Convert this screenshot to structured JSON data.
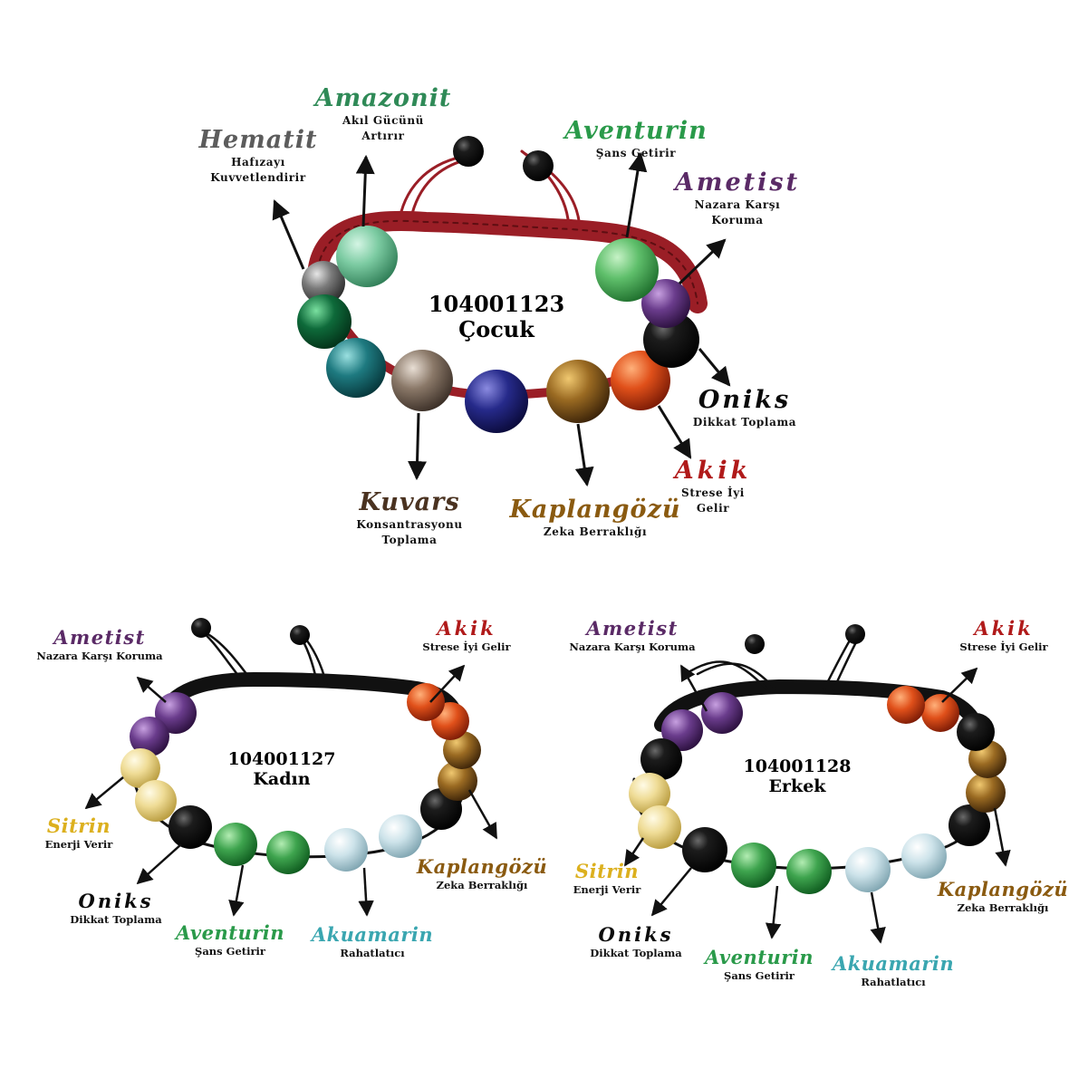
{
  "colors": {
    "hematit": "#5c5c5c",
    "amazonit": "#2f8a57",
    "aventurin": "#2a9a4a",
    "ametist": "#5a2a66",
    "oniks": "#0a0a0a",
    "akik": "#b01a1a",
    "kaplangozu": "#8a5a10",
    "kuvars": "#4a3220",
    "sitrin": "#dcb01e",
    "akuamarin": "#3aa6b0"
  },
  "bracelets": [
    {
      "id": "cocuk",
      "code": "104001123",
      "label": "Çocuk",
      "cord_color": "#9a1e26",
      "stones": [
        {
          "key": "hematit",
          "name": "Hematit",
          "desc": [
            "Hafızayı",
            "Kuvvetlendirir"
          ]
        },
        {
          "key": "amazonit",
          "name": "Amazonit",
          "desc": [
            "Akıl Gücünü",
            "Artırır"
          ]
        },
        {
          "key": "aventurin",
          "name": "Aventurin",
          "desc": [
            "Şans Getirir"
          ]
        },
        {
          "key": "ametist",
          "name": "Ametist",
          "desc": [
            "Nazara Karşı",
            "Koruma"
          ]
        },
        {
          "key": "oniks",
          "name": "Oniks",
          "desc": [
            "Dikkat Toplama"
          ]
        },
        {
          "key": "akik",
          "name": "Akik",
          "desc": [
            "Strese İyi",
            "Gelir"
          ]
        },
        {
          "key": "kaplangozu",
          "name": "Kaplangözü",
          "desc": [
            "Zeka Berraklığı"
          ]
        },
        {
          "key": "kuvars",
          "name": "Kuvars",
          "desc": [
            "Konsantrasyonu",
            "Toplama"
          ]
        }
      ]
    },
    {
      "id": "kadin",
      "code": "104001127",
      "label": "Kadın",
      "cord_color": "#111111",
      "stones": [
        {
          "key": "ametist",
          "name": "Ametist",
          "desc": [
            "Nazara Karşı Koruma"
          ]
        },
        {
          "key": "akik",
          "name": "Akik",
          "desc": [
            "Strese İyi Gelir"
          ]
        },
        {
          "key": "sitrin",
          "name": "Sitrin",
          "desc": [
            "Enerji Verir"
          ]
        },
        {
          "key": "kaplangozu",
          "name": "Kaplangözü",
          "desc": [
            "Zeka Berraklığı"
          ]
        },
        {
          "key": "oniks",
          "name": "Oniks",
          "desc": [
            "Dikkat Toplama"
          ]
        },
        {
          "key": "aventurin",
          "name": "Aventurin",
          "desc": [
            "Şans Getirir"
          ]
        },
        {
          "key": "akuamarin",
          "name": "Akuamarin",
          "desc": [
            "Rahatlatıcı"
          ]
        }
      ]
    },
    {
      "id": "erkek",
      "code": "104001128",
      "label": "Erkek",
      "cord_color": "#111111",
      "stones": [
        {
          "key": "ametist",
          "name": "Ametist",
          "desc": [
            "Nazara Karşı Koruma"
          ]
        },
        {
          "key": "akik",
          "name": "Akik",
          "desc": [
            "Strese İyi Gelir"
          ]
        },
        {
          "key": "sitrin",
          "name": "Sitrin",
          "desc": [
            "Enerji Verir"
          ]
        },
        {
          "key": "kaplangozu",
          "name": "Kaplangözü",
          "desc": [
            "Zeka Berraklığı"
          ]
        },
        {
          "key": "oniks",
          "name": "Oniks",
          "desc": [
            "Dikkat Toplama"
          ]
        },
        {
          "key": "aventurin",
          "name": "Aventurin",
          "desc": [
            "Şans Getirir"
          ]
        },
        {
          "key": "akuamarin",
          "name": "Akuamarin",
          "desc": [
            "Rahatlatıcı"
          ]
        }
      ]
    }
  ]
}
